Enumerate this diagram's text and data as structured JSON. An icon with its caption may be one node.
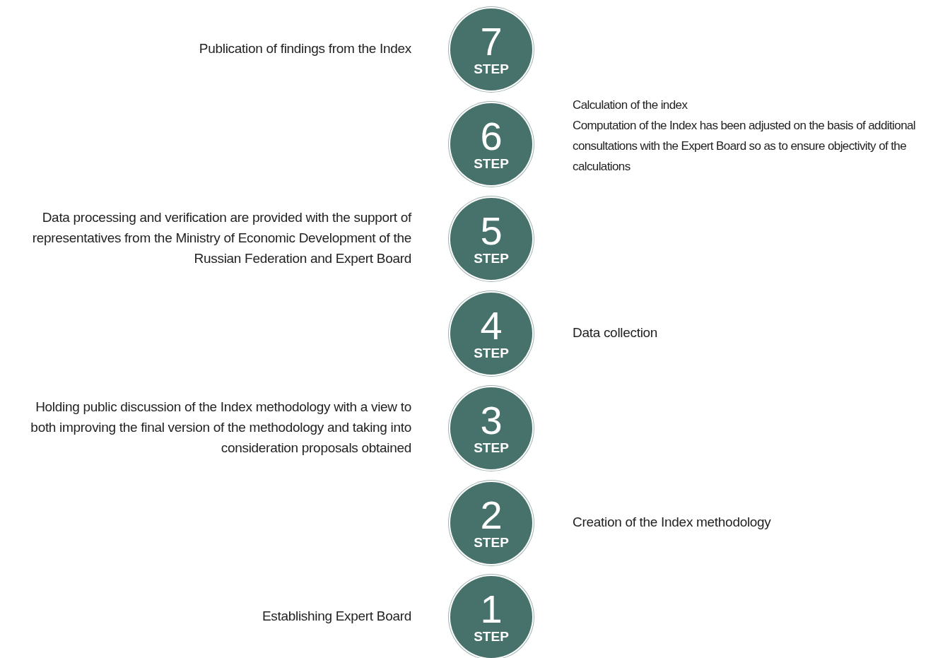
{
  "diagram": {
    "nodes": [
      {
        "text": [
          "7",
          "STEP"
        ],
        "beside": [
          "Publication of findings from the Index"
        ]
      },
      {
        "text": [
          "6",
          "STEP"
        ],
        "beside": [
          "Calculation of the index",
          "Computation of the Index has been adjusted on the basis of additional consultations with the Expert Board so as to ensure objectivity of the calculations"
        ]
      },
      {
        "text": [
          "5",
          "STEP"
        ],
        "beside": [
          "Data processing and verification are provided with the support of representatives from the Ministry of Economic Development of the Russian Federation and Expert Board"
        ]
      },
      {
        "text": [
          "4",
          "STEP"
        ],
        "beside": [
          "Data collection"
        ]
      },
      {
        "text": [
          "3",
          "STEP"
        ],
        "beside": [
          "Holding public discussion of the Index methodology with a view to both improving the final version of the methodology and taking into consideration proposals obtained"
        ]
      },
      {
        "text": [
          "2",
          "STEP"
        ],
        "beside": [
          "Creation of the Index methodology"
        ]
      },
      {
        "text": [
          "1",
          "STEP"
        ],
        "beside": [
          "Establishing Expert Board"
        ]
      }
    ]
  }
}
